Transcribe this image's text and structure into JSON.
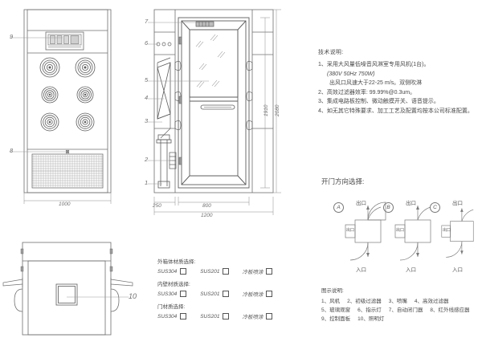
{
  "drawing": {
    "title": "Air Shower Technical Drawing",
    "background": "#ffffff",
    "line_color": "#6f6f6f"
  },
  "front_view": {
    "name": "front-elevation",
    "width_dim": "1000",
    "callouts": [
      {
        "id": "9",
        "label": "9"
      },
      {
        "id": "8",
        "label": "8"
      }
    ],
    "nozzle_count": 6
  },
  "section_view": {
    "name": "section-view",
    "callouts": [
      "7",
      "6",
      "5",
      "4",
      "3",
      "2",
      "1"
    ],
    "dims_horizontal": [
      "250",
      "800",
      "1200"
    ],
    "dims_vertical": [
      "1910",
      "2080"
    ]
  },
  "plan_view": {
    "name": "plan-view",
    "callout": "10"
  },
  "notes": {
    "heading": "技术说明:",
    "lines": [
      "1、采用大风量低噪音风淋室专用风机(1台)。",
      "(380V 50Hz  750W)",
      "出风口风速大于22-25 m/s。双侧吹淋",
      "2、高效过滤器效率: 99.99%@0.3um。",
      "3、集成电路板控制、微动触摸开关、语音提示。",
      "4、如无其它特殊要求、加工工艺及配置均按本公司标准配置。"
    ]
  },
  "door_direction": {
    "heading": "开门方向选择:",
    "options": [
      {
        "tag": "A",
        "exit": "出口",
        "entry": "入口",
        "side": "出口"
      },
      {
        "tag": "B",
        "exit": "出口",
        "entry": "入口",
        "side": "出口"
      },
      {
        "tag": "C",
        "exit": "出口",
        "entry": "入口",
        "side": "出口"
      }
    ]
  },
  "materials": {
    "sections": [
      {
        "heading": "外箱体材质选择:",
        "options": [
          "SUS304",
          "SUS201",
          "冷板喷涂"
        ]
      },
      {
        "heading": "内壁材质选择:",
        "options": [
          "SUS304",
          "SUS201",
          "冷板喷涂"
        ]
      },
      {
        "heading": "门材质选择:",
        "options": [
          "SUS304",
          "SUS201",
          "冷板喷涂"
        ]
      }
    ]
  },
  "legend": {
    "heading": "图示说明:",
    "rows": [
      [
        "1、风机",
        "2、初级过滤器",
        "3、喷嘴",
        "4、高效过滤器"
      ],
      [
        "5、玻璃观窗",
        "6、指示灯",
        "7、自动闭门器",
        "8、红外线感应器"
      ],
      [
        "9、控制面板",
        "10、照明灯"
      ]
    ]
  }
}
